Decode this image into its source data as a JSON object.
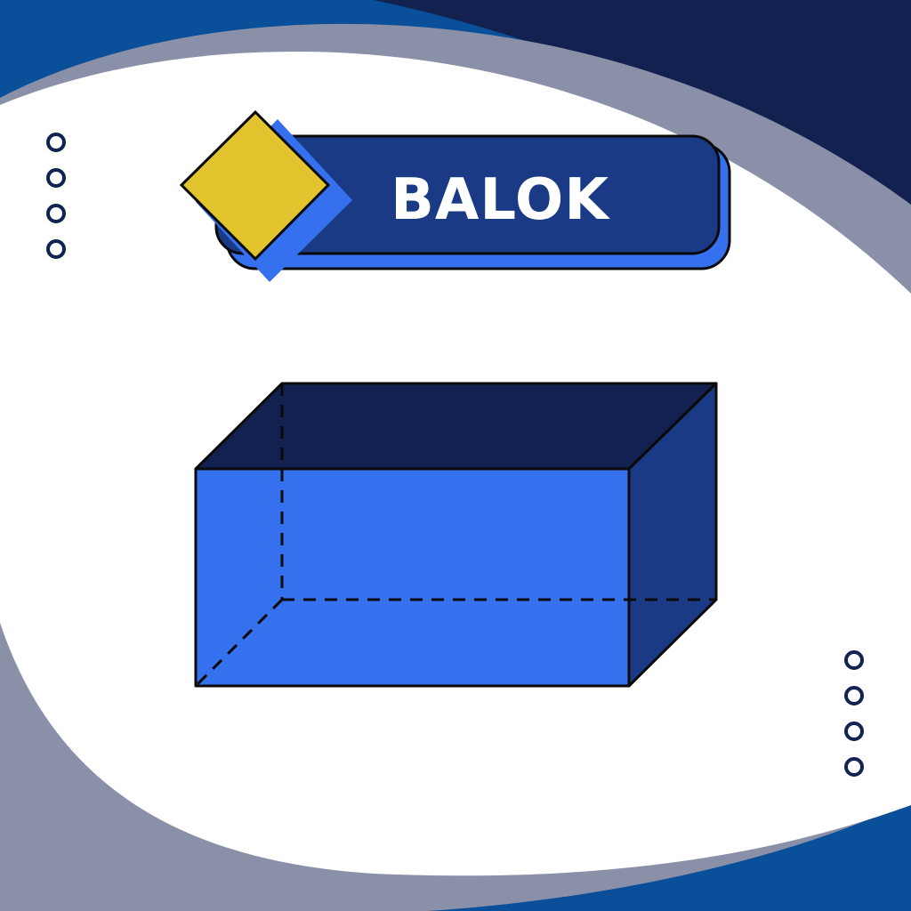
{
  "title": "BALOK",
  "colors": {
    "navy": "#12214f",
    "royal_blue": "#0a4f99",
    "grey_band": "#8a90a8",
    "badge_fill": "#1a3a85",
    "bright_blue": "#3570ee",
    "yellow": "#e1c42e",
    "outline": "#0a0a0a",
    "white": "#ffffff"
  },
  "decorations": {
    "left_circle_count": 4,
    "right_circle_count": 4
  }
}
